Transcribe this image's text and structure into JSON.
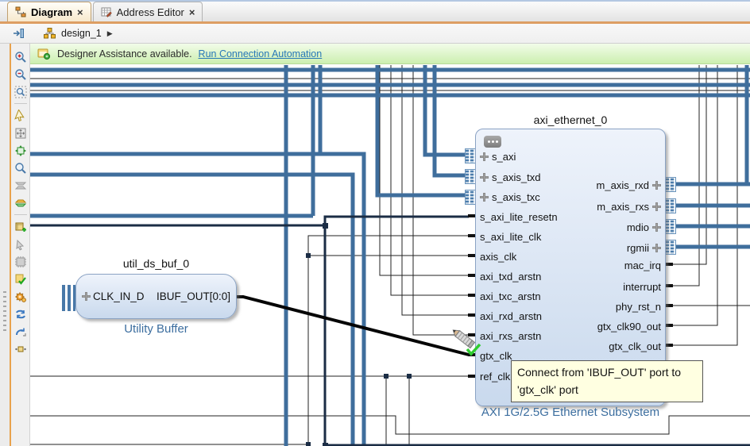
{
  "tabs": [
    {
      "label": "Diagram",
      "close": "×",
      "active": true,
      "icon": "diagram-icon"
    },
    {
      "label": "Address Editor",
      "close": "×",
      "active": false,
      "icon": "address-editor-icon"
    }
  ],
  "breadcrumb": {
    "design": "design_1",
    "arrow": "▶",
    "icon": "design-hierarchy-icon"
  },
  "banner": {
    "message": "Designer Assistance available.",
    "link": "Run Connection Automation",
    "icon": "designer-assistance-icon"
  },
  "toolbar_icons": [
    "zoom-in",
    "zoom-out",
    "zoom-fit-selection",
    "select-pointer",
    "fit-to-window",
    "auto-fit-selection",
    "search",
    "collapse-hierarchy",
    "expand-hierarchy",
    "add-ip",
    "make-external",
    "ip-settings",
    "validate-design",
    "settings",
    "regenerate-layout",
    "redo",
    "expand-interfaces"
  ],
  "diagram": {
    "util_block": {
      "instance": "util_ds_buf_0",
      "port_in": "CLK_IN_D",
      "port_out": "IBUF_OUT[0:0]",
      "type_label": "Utility Buffer"
    },
    "ethernet_block": {
      "instance": "axi_ethernet_0",
      "type_label": "AXI 1G/2.5G Ethernet Subsystem",
      "left_ports": [
        {
          "label": "s_axi",
          "interface": true
        },
        {
          "label": "s_axis_txd",
          "interface": true
        },
        {
          "label": "s_axis_txc",
          "interface": true
        },
        {
          "label": "s_axi_lite_resetn",
          "interface": false
        },
        {
          "label": "s_axi_lite_clk",
          "interface": false
        },
        {
          "label": "axis_clk",
          "interface": false
        },
        {
          "label": "axi_txd_arstn",
          "interface": false
        },
        {
          "label": "axi_txc_arstn",
          "interface": false
        },
        {
          "label": "axi_rxd_arstn",
          "interface": false
        },
        {
          "label": "axi_rxs_arstn",
          "interface": false
        },
        {
          "label": "gtx_clk",
          "interface": false
        },
        {
          "label": "ref_clk",
          "interface": false
        }
      ],
      "right_ports": [
        {
          "label": "m_axis_rxd",
          "interface": true
        },
        {
          "label": "m_axis_rxs",
          "interface": true
        },
        {
          "label": "mdio",
          "interface": true
        },
        {
          "label": "rgmii",
          "interface": true
        },
        {
          "label": "mac_irq",
          "interface": false
        },
        {
          "label": "interrupt",
          "interface": false
        },
        {
          "label": "phy_rst_n",
          "interface": false
        },
        {
          "label": "gtx_clk90_out",
          "interface": false
        },
        {
          "label": "gtx_clk_out",
          "interface": false
        }
      ]
    },
    "tooltip": {
      "line1": "Connect from 'IBUF_OUT' port to",
      "line2": "'gtx_clk' port"
    }
  },
  "colors": {
    "wire_blue": "#3f6e9c",
    "wire_navy": "#1b2d45",
    "wire_thin": "#222222",
    "accent_orange": "#dd9e63",
    "banner_green": "#ccefb0",
    "block_fill": "#d6e2f2",
    "label_blue": "#3c6e9f",
    "tooltip_bg": "#ffffe1"
  }
}
